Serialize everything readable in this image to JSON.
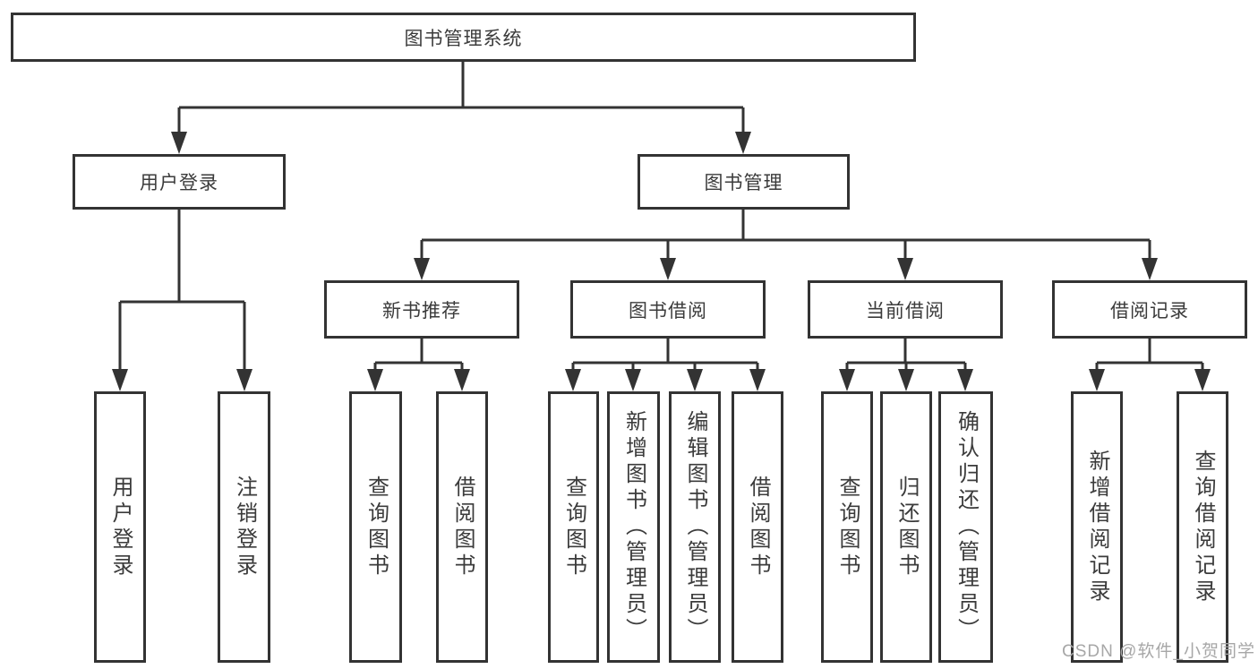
{
  "diagram": {
    "title_node": "图书管理系统",
    "colors": {
      "line": "#333333",
      "box_border": "#333333",
      "text": "#3b3b3b",
      "background": "#ffffff",
      "watermark": "#a7a7a7"
    },
    "nodes": {
      "root": "图书管理系统",
      "user_login": "用户登录",
      "book_mgmt": "图书管理",
      "new_book_rec": "新书推荐",
      "book_borrow": "图书借阅",
      "current_borrow": "当前借阅",
      "borrow_record": "借阅记录",
      "leaf_user_login": "用户登录",
      "leaf_logout": "注销登录",
      "rec_query_book": "查询图书",
      "rec_borrow_book": "借阅图书",
      "bb_query_book": "查询图书",
      "bb_add_book": "新增图书（管理员）",
      "bb_edit_book": "编辑图书（管理员）",
      "bb_borrow_book": "借阅图书",
      "cb_query_book": "查询图书",
      "cb_return_book": "归还图书",
      "cb_confirm_return": "确认归还（管理员）",
      "br_add_record": "新增借阅记录",
      "br_query_record": "查询借阅记录"
    }
  },
  "watermark": {
    "text": "CSDN @软件_小贺同学"
  }
}
